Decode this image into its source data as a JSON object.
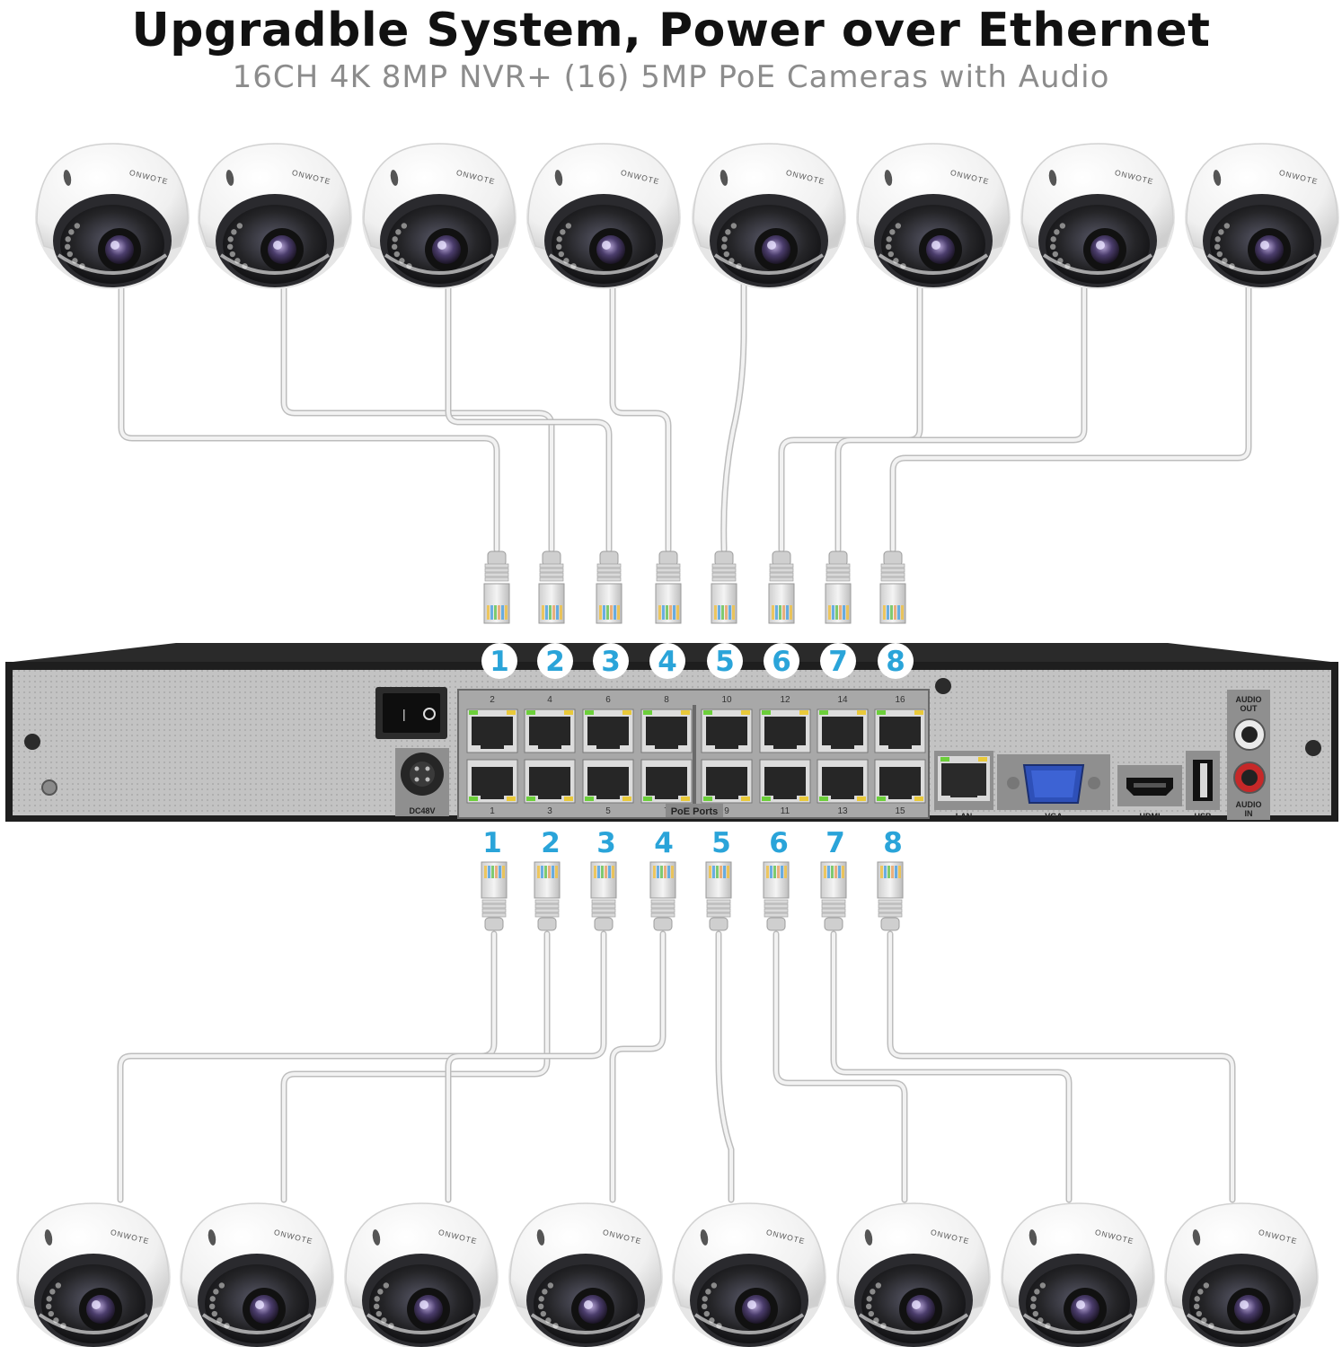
{
  "header": {
    "title": "Upgradble System, Power over Ethernet",
    "subtitle": "16CH 4K 8MP NVR+ (16) 5MP PoE Cameras with Audio"
  },
  "colors": {
    "badge": "#2aa4d9",
    "nvr_body": "#1e1e1e",
    "nvr_panel": "#bdbdbd",
    "cable": "#dcdcdc",
    "rj45_led_green": "#6ccf3a",
    "rj45_led_yellow": "#e9c93a",
    "vga_blue": "#2e50b8"
  },
  "camera_brand": "ONWOTE",
  "top_cameras_count": 8,
  "bottom_cameras_count": 8,
  "top_badges": [
    "1",
    "2",
    "3",
    "4",
    "5",
    "6",
    "7",
    "8"
  ],
  "bottom_badges": [
    "1",
    "2",
    "3",
    "4",
    "5",
    "6",
    "7",
    "8"
  ],
  "nvr": {
    "top_port_numbers": [
      "2",
      "4",
      "6",
      "8",
      "10",
      "12",
      "14",
      "16"
    ],
    "bottom_port_numbers": [
      "1",
      "3",
      "5",
      "7",
      "9",
      "11",
      "13",
      "15"
    ],
    "poe_ports_label": "PoE Ports",
    "power_label": "DC48V",
    "lan_label": "LAN",
    "vga_label": "VGA",
    "hdmi_label": "HDMI",
    "usb_label": "USB",
    "audio_out_label": [
      "AUDIO",
      "OUT"
    ],
    "audio_in_label": [
      "AUDIO",
      "IN"
    ]
  }
}
